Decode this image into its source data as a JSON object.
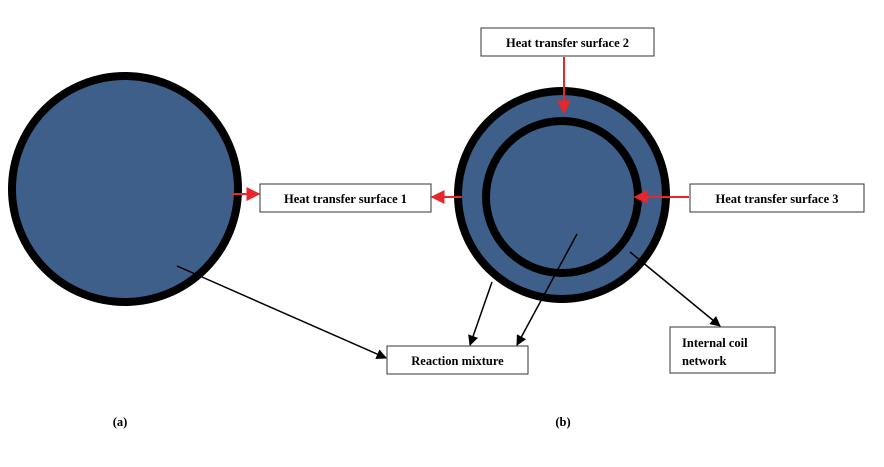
{
  "labels": {
    "heat_transfer_surface_1": "Heat transfer surface 1",
    "heat_transfer_surface_2": "Heat transfer surface 2",
    "heat_transfer_surface_3": "Heat transfer surface 3",
    "reaction_mixture": "Reaction mixture",
    "internal_coil_line1": "Internal coil",
    "internal_coil_line2": "network"
  },
  "captions": {
    "a": "(a)",
    "b": "(b)"
  },
  "colors": {
    "fill": "#3e5f8a",
    "outline": "#000000",
    "highlight_arrow": "#e8262b",
    "arrow": "#000000"
  }
}
